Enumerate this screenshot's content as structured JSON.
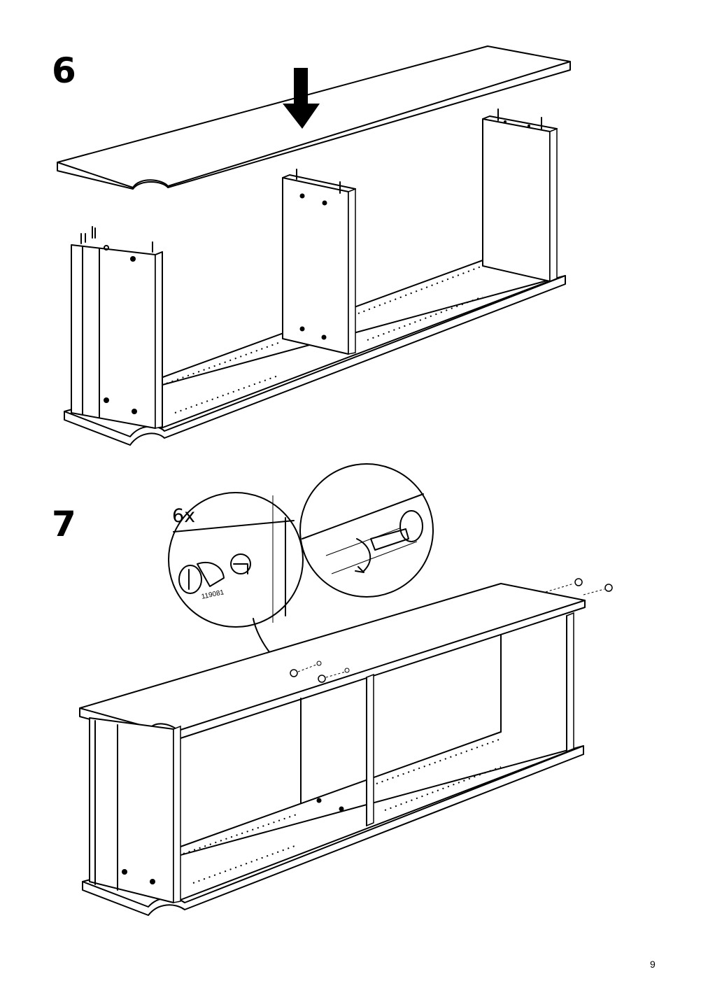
{
  "steps": [
    {
      "number": "6"
    },
    {
      "number": "7",
      "quantity": "6x",
      "part_number": "119081"
    }
  ],
  "page_number": "9"
}
